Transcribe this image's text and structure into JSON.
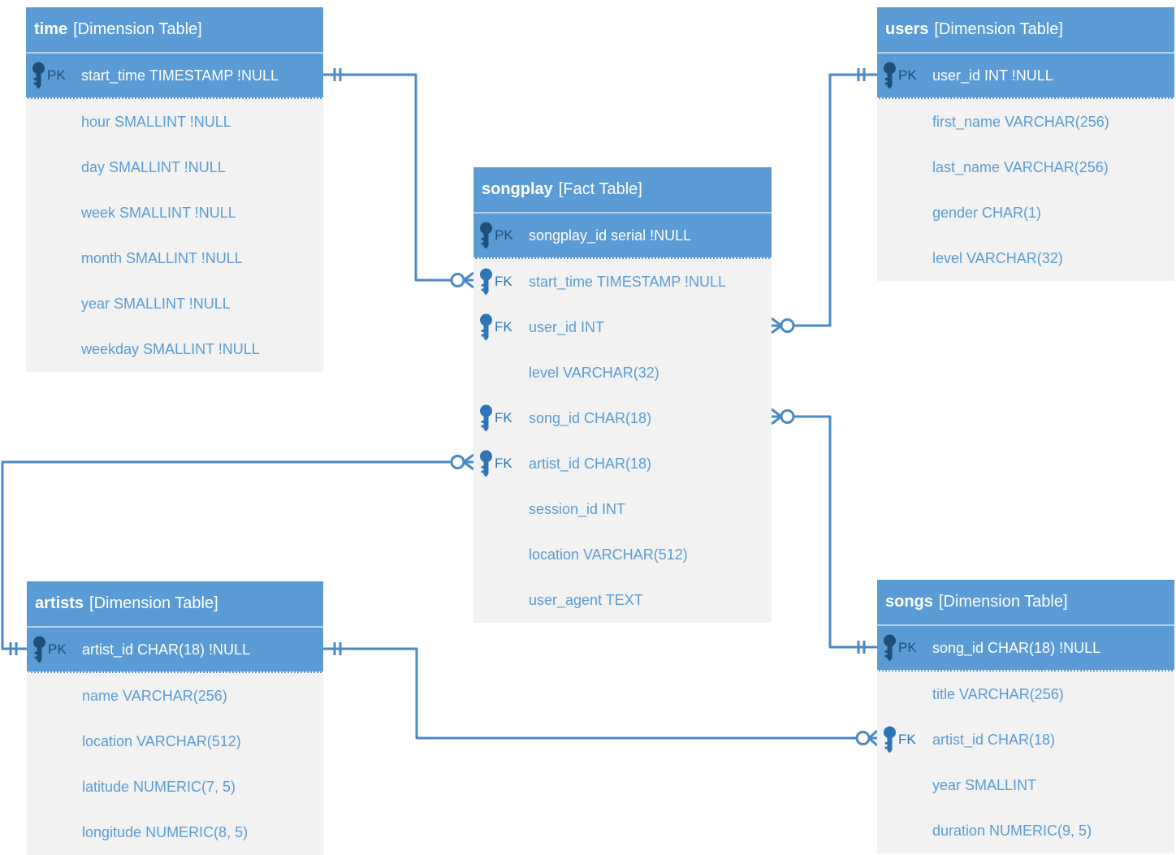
{
  "colors": {
    "header_blue": "#5b9bd5",
    "body_background": "#f2f2f2",
    "field_text_blue": "#5b9bd5",
    "pk_key_dark": "#1f4e79",
    "fk_key_blue": "#2e75b6",
    "connector_blue": "#4a89c4",
    "header_text": "#ffffff"
  },
  "tables": [
    {
      "name": "time",
      "kind": "[Dimension Table]",
      "columns": [
        {
          "key": "PK",
          "text": "start_time TIMESTAMP !NULL"
        },
        {
          "key": "",
          "text": "hour SMALLINT !NULL"
        },
        {
          "key": "",
          "text": "day SMALLINT !NULL"
        },
        {
          "key": "",
          "text": "week SMALLINT !NULL"
        },
        {
          "key": "",
          "text": "month SMALLINT !NULL"
        },
        {
          "key": "",
          "text": "year SMALLINT !NULL"
        },
        {
          "key": "",
          "text": "weekday SMALLINT !NULL"
        }
      ]
    },
    {
      "name": "users",
      "kind": "[Dimension Table]",
      "columns": [
        {
          "key": "PK",
          "text": "user_id INT !NULL"
        },
        {
          "key": "",
          "text": "first_name VARCHAR(256)"
        },
        {
          "key": "",
          "text": "last_name VARCHAR(256)"
        },
        {
          "key": "",
          "text": "gender CHAR(1)"
        },
        {
          "key": "",
          "text": "level VARCHAR(32)"
        }
      ]
    },
    {
      "name": "songplay",
      "kind": "[Fact Table]",
      "columns": [
        {
          "key": "PK",
          "text": "songplay_id serial !NULL"
        },
        {
          "key": "FK",
          "text": "start_time TIMESTAMP !NULL"
        },
        {
          "key": "FK",
          "text": "user_id INT"
        },
        {
          "key": "",
          "text": "level VARCHAR(32)"
        },
        {
          "key": "FK",
          "text": "song_id CHAR(18)"
        },
        {
          "key": "FK",
          "text": "artist_id CHAR(18)"
        },
        {
          "key": "",
          "text": "session_id INT"
        },
        {
          "key": "",
          "text": "location VARCHAR(512)"
        },
        {
          "key": "",
          "text": "user_agent TEXT"
        }
      ]
    },
    {
      "name": "artists",
      "kind": "[Dimension Table]",
      "columns": [
        {
          "key": "PK",
          "text": "artist_id CHAR(18) !NULL"
        },
        {
          "key": "",
          "text": "name VARCHAR(256)"
        },
        {
          "key": "",
          "text": "location VARCHAR(512)"
        },
        {
          "key": "",
          "text": "latitude NUMERIC(7, 5)"
        },
        {
          "key": "",
          "text": "longitude NUMERIC(8, 5)"
        }
      ]
    },
    {
      "name": "songs",
      "kind": "[Dimension Table]",
      "columns": [
        {
          "key": "PK",
          "text": "song_id CHAR(18) !NULL"
        },
        {
          "key": "",
          "text": "title VARCHAR(256)"
        },
        {
          "key": "FK",
          "text": "artist_id CHAR(18)"
        },
        {
          "key": "",
          "text": "year SMALLINT"
        },
        {
          "key": "",
          "text": "duration NUMERIC(9, 5)"
        }
      ]
    }
  ],
  "relationships": [
    {
      "from_table": "time",
      "from_column": "start_time",
      "from_cardinality": "one-and-only-one",
      "to_table": "songplay",
      "to_column": "start_time",
      "to_cardinality": "zero-or-many"
    },
    {
      "from_table": "users",
      "from_column": "user_id",
      "from_cardinality": "one-and-only-one",
      "to_table": "songplay",
      "to_column": "user_id",
      "to_cardinality": "zero-or-many"
    },
    {
      "from_table": "songs",
      "from_column": "song_id",
      "from_cardinality": "one-and-only-one",
      "to_table": "songplay",
      "to_column": "song_id",
      "to_cardinality": "zero-or-many"
    },
    {
      "from_table": "artists",
      "from_column": "artist_id",
      "from_cardinality": "one-and-only-one",
      "to_table": "songplay",
      "to_column": "artist_id",
      "to_cardinality": "zero-or-many"
    },
    {
      "from_table": "artists",
      "from_column": "artist_id",
      "from_cardinality": "one-and-only-one",
      "to_table": "songs",
      "to_column": "artist_id",
      "to_cardinality": "zero-or-many"
    }
  ]
}
